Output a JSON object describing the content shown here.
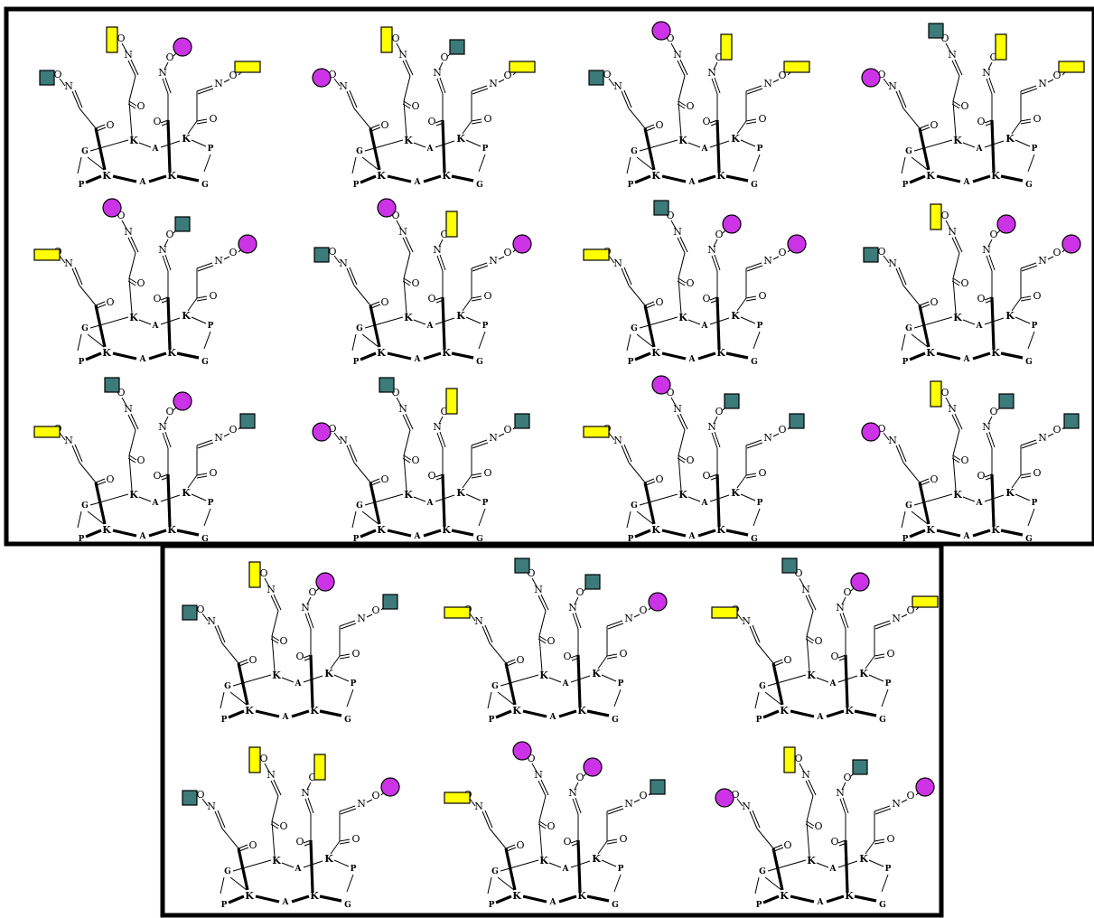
{
  "labels": {
    "oxygen": "O",
    "nitrogen": "N",
    "lysine": "K",
    "alanine": "A",
    "proline": "P",
    "glycine": "G"
  },
  "colors": {
    "yellow_rect": "#ffff00",
    "purple_circle": "#cc33e6",
    "teal_square": "#3d7a7a",
    "frame": "#000000"
  },
  "legend_shapes": {
    "Y": "yellow-rectangle-icon",
    "C": "purple-circle-icon",
    "S": "teal-square-icon"
  },
  "panels": [
    {
      "name": "top-panel",
      "molecules": [
        {
          "sugars": [
            "S",
            "Y",
            "C",
            "Y"
          ]
        },
        {
          "sugars": [
            "C",
            "Y",
            "S",
            "Y"
          ]
        },
        {
          "sugars": [
            "S",
            "C",
            "Y",
            "Y"
          ]
        },
        {
          "sugars": [
            "C",
            "S",
            "Y",
            "Y"
          ]
        },
        {
          "sugars": [
            "Y",
            "C",
            "S",
            "C"
          ]
        },
        {
          "sugars": [
            "S",
            "C",
            "Y",
            "C"
          ]
        },
        {
          "sugars": [
            "Y",
            "S",
            "C",
            "C"
          ]
        },
        {
          "sugars": [
            "S",
            "Y",
            "C",
            "C"
          ]
        },
        {
          "sugars": [
            "Y",
            "S",
            "C",
            "S"
          ]
        },
        {
          "sugars": [
            "C",
            "S",
            "Y",
            "S"
          ]
        },
        {
          "sugars": [
            "Y",
            "C",
            "S",
            "S"
          ]
        },
        {
          "sugars": [
            "C",
            "Y",
            "S",
            "S"
          ]
        }
      ]
    },
    {
      "name": "bottom-panel",
      "molecules": [
        {
          "sugars": [
            "S",
            "Y",
            "C",
            "S"
          ]
        },
        {
          "sugars": [
            "Y",
            "S",
            "S",
            "C"
          ]
        },
        {
          "sugars": [
            "Y",
            "S",
            "C",
            "Y"
          ]
        },
        {
          "sugars": [
            "S",
            "Y",
            "Y",
            "C"
          ]
        },
        {
          "sugars": [
            "Y",
            "C",
            "C",
            "S"
          ]
        },
        {
          "sugars": [
            "C",
            "Y",
            "S",
            "C"
          ]
        }
      ]
    }
  ]
}
